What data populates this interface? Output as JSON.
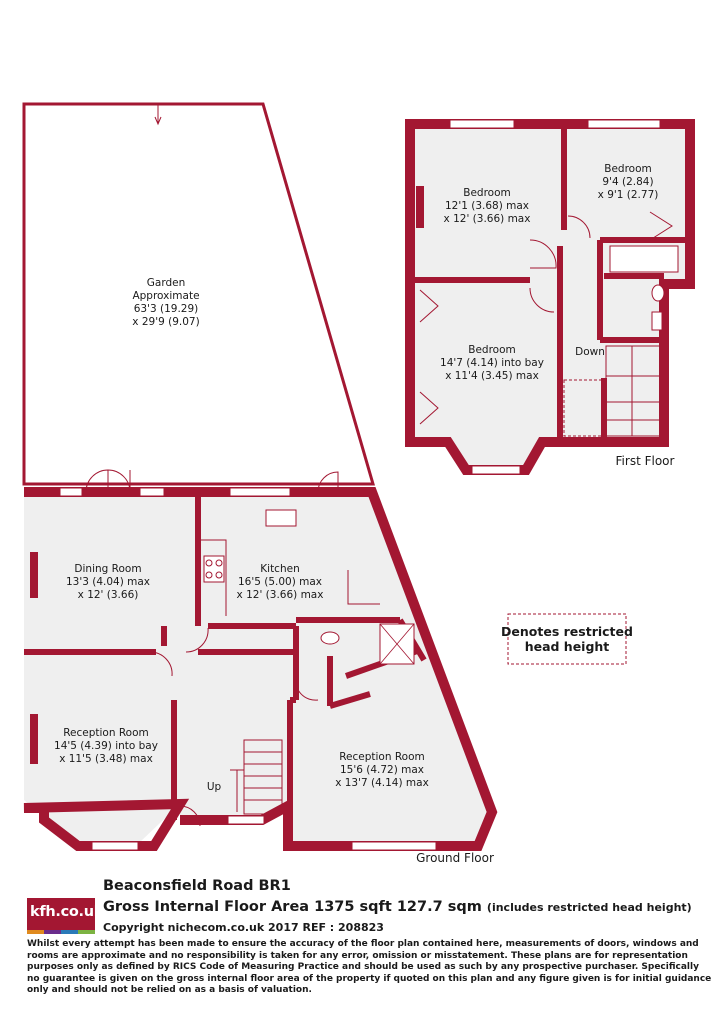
{
  "rooms": {
    "garden": {
      "name": "Garden",
      "sub": "Approximate",
      "dim1": "63'3 (19.29)",
      "dim2": "x 29'9 (9.07)"
    },
    "dining": {
      "name": "Dining Room",
      "dim1": "13'3 (4.04) max",
      "dim2": "x 12' (3.66)"
    },
    "kitchen": {
      "name": "Kitchen",
      "dim1": "16'5 (5.00) max",
      "dim2": "x 12' (3.66) max"
    },
    "reception1": {
      "name": "Reception Room",
      "dim1": "14'5 (4.39) into bay",
      "dim2": "x 11'5 (3.48) max"
    },
    "reception2": {
      "name": "Reception Room",
      "dim1": "15'6 (4.72) max",
      "dim2": "x 13'7 (4.14) max"
    },
    "bedroom1": {
      "name": "Bedroom",
      "dim1": "12'1 (3.68) max",
      "dim2": "x 12' (3.66) max"
    },
    "bedroom2": {
      "name": "Bedroom",
      "dim1": "9'4 (2.84)",
      "dim2": "x 9'1 (2.77)"
    },
    "bedroom3": {
      "name": "Bedroom",
      "dim1": "14'7 (4.14) into bay",
      "dim2": "x 11'4 (3.45) max"
    }
  },
  "labels": {
    "up": "Up",
    "down": "Down",
    "ground_floor": "Ground Floor",
    "first_floor": "First Floor",
    "restricted_line1": "Denotes restricted",
    "restricted_line2": "head height"
  },
  "footer": {
    "logo": "kfh.co.uk",
    "address": "Beaconsfield Road  BR1",
    "area": "Gross Internal Floor Area 1375 sqft 127.7 sqm",
    "area_note": "(includes restricted head height)",
    "copyright": "Copyright nichecom.co.uk 2017 REF : 208823",
    "disclaimer": "Whilst every attempt has been made to ensure the accuracy of the floor plan contained here, measurements of doors, windows and rooms are approximate and no responsibility is taken for any error, omission or misstatement.  These plans are for representation purposes only as defined by RICS Code of Measuring Practice and should be used as such by any prospective purchaser.  Specifically no guarantee is given on the gross internal floor area of the property if quoted on this plan and any figure given is for initial guidance only and should not be relied on as a basis of valuation."
  },
  "colors": {
    "wall": "#a31732",
    "floor": "#efefef",
    "logo_bar": [
      "#e08a1e",
      "#6a2c8c",
      "#2a7ab8",
      "#7cb342"
    ]
  }
}
